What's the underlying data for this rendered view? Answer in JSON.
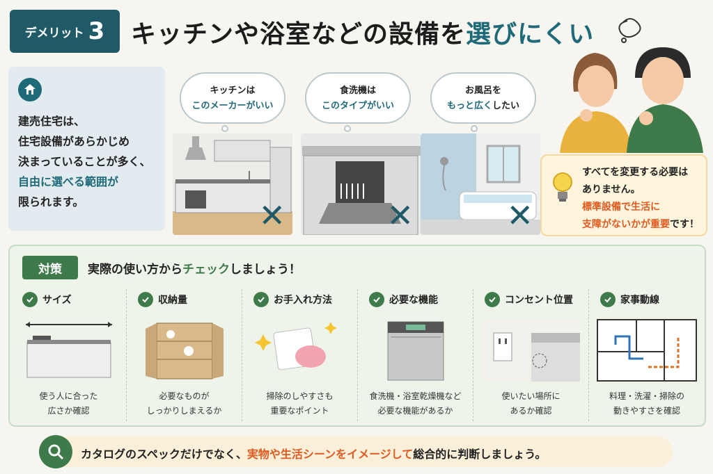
{
  "header": {
    "badge_text": "デメリット",
    "badge_num": "3",
    "title_a": "キッチンや浴室などの設備を",
    "title_b": "選びにくい"
  },
  "left_box": {
    "icon": "home-icon",
    "line1": "建売住宅は、",
    "line2": "住宅設備があらかじめ",
    "line3": "決まっていることが多く、",
    "line4": "自由に選べる範囲が",
    "line5": "限られます。"
  },
  "wishes": [
    {
      "line1": "キッチンは",
      "line2": "このメーカーがいい"
    },
    {
      "line1": "食洗機は",
      "line2": "このタイプがいい"
    },
    {
      "line1": "お風呂を",
      "line2a": "もっと広く",
      "line2b": "したい"
    }
  ],
  "x_mark": "✕",
  "tip": {
    "line1": "すべてを変更する必要は",
    "line2": "ありません。",
    "line3": "標準設備で生活に",
    "line4a": "支障がないかが重要",
    "line4b": "です！"
  },
  "check": {
    "tag": "対策",
    "title_a": "実際の使い方から",
    "title_b": "チェック",
    "title_c": "しましょう！",
    "items": [
      {
        "label": "サイズ",
        "d1": "使う人に合った",
        "d2": "広さか確認"
      },
      {
        "label": "収納量",
        "d1": "必要なものが",
        "d2": "しっかりしまえるか"
      },
      {
        "label": "お手入れ方法",
        "d1": "掃除のしやすさも",
        "d2": "重要なポイント"
      },
      {
        "label": "必要な機能",
        "d1": "食洗機・浴室乾燥機など",
        "d2": "必要な機能があるか"
      },
      {
        "label": "コンセント位置",
        "d1": "使いたい場所に",
        "d2": "あるか確認"
      },
      {
        "label": "家事動線",
        "d1": "料理・洗濯・掃除の",
        "d2": "動きやすさを確認"
      }
    ]
  },
  "bottom": {
    "icon": "search-icon",
    "a": "カタログのスペックだけでなく、",
    "b": "実物や生活シーンをイメージして",
    "c": "総合的に判断しましょう。"
  },
  "colors": {
    "teal": "#1f5a66",
    "green": "#3f7a4b",
    "orange": "#e05a20"
  }
}
